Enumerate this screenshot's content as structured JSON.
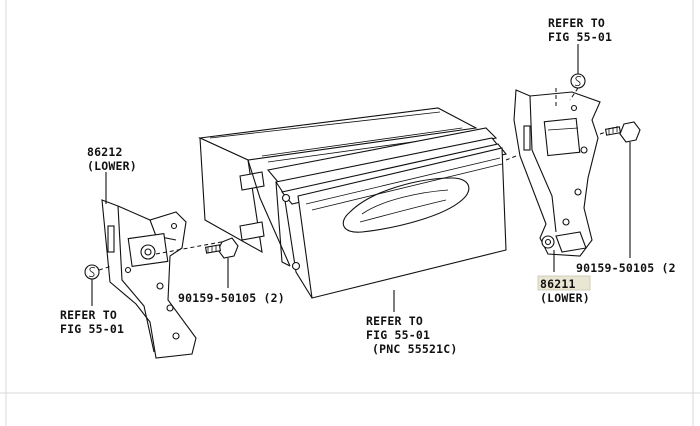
{
  "labels": {
    "refer_top_right_1": "REFER TO",
    "refer_top_right_2": "FIG 55-01",
    "part_86212": "86212",
    "part_86212_sub": "(LOWER)",
    "bolt_left": "90159-50105 (2)",
    "refer_left_1": "REFER TO",
    "refer_left_2": "FIG 55-01",
    "refer_center_1": "REFER TO",
    "refer_center_2": "FIG 55-01",
    "refer_center_3": "(PNC 55521C)",
    "bolt_right": "90159-50105 (2",
    "part_86211": "86211",
    "part_86211_sub": "(LOWER)"
  },
  "colors": {
    "highlight": "#e9e7d4",
    "line": "#111111"
  },
  "icons": [
    "s-clip-icon-left",
    "s-clip-icon-right",
    "bolt-icon-left",
    "bolt-icon-right"
  ]
}
